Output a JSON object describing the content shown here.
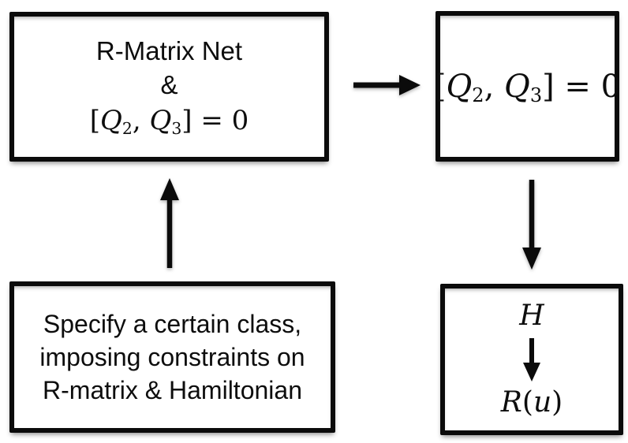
{
  "canvas": {
    "background_color": "#ffffff",
    "ink_color": "#0d0d0d",
    "border_color": "#0b0b0b"
  },
  "boxes": {
    "rmatrix_net": {
      "line1": "R-Matrix Net",
      "line2": "&"
    },
    "specify": {
      "line1": "Specify a certain class,",
      "line2": "imposing constraints on",
      "line3": "R-matrix & Hamiltonian"
    },
    "h_to_r": {
      "h": "H",
      "r": "R",
      "open_paren": "(",
      "u": "u",
      "close_paren": ")"
    }
  },
  "formula": {
    "open_bracket": "[",
    "q": "Q",
    "sub_2": "2",
    "comma": ", ",
    "sub_3": "3",
    "close_bracket": "]",
    "equals": " = ",
    "zero": "0"
  },
  "icons": {
    "arrow_right": "→",
    "arrow_up": "↑",
    "arrow_down": "↓"
  }
}
